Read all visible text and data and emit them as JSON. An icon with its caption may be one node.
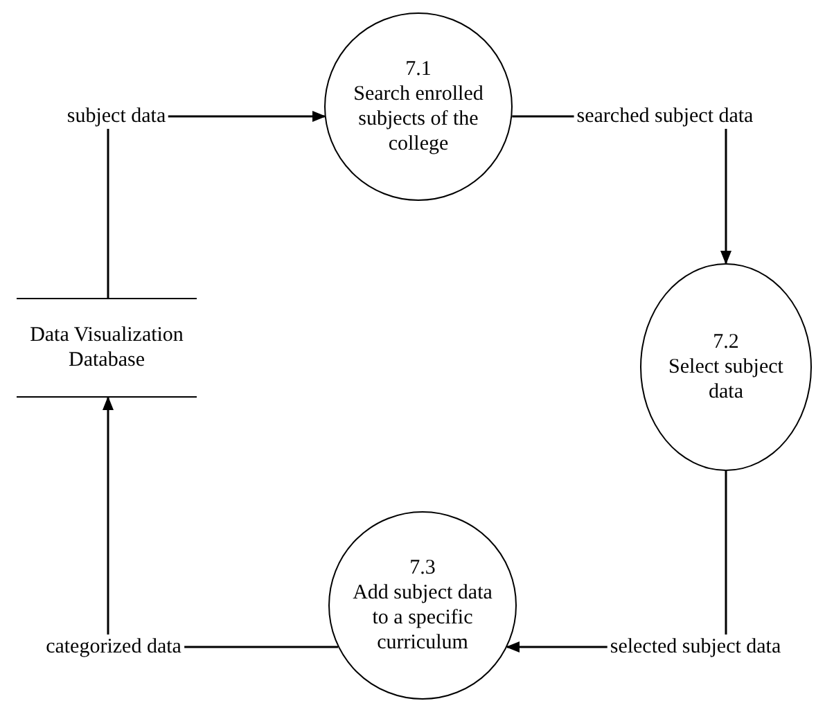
{
  "diagram": {
    "nodes": [
      {
        "text": [
          "Data Visualization Database"
        ]
      },
      {
        "text": [
          "7.1",
          "Search enrolled subjects of the college"
        ]
      },
      {
        "text": [
          "7.2",
          "Select subject data"
        ]
      },
      {
        "text": [
          "7.3",
          "Add subject data to a specific curriculum"
        ]
      }
    ],
    "edges": [
      {
        "from": 0,
        "to": 1,
        "arrow": "to",
        "label": "subject data"
      },
      {
        "from": 1,
        "to": 2,
        "arrow": "to",
        "label": "searched subject data"
      },
      {
        "from": 2,
        "to": 3,
        "arrow": "to",
        "label": "selected subject data"
      },
      {
        "from": 3,
        "to": 0,
        "arrow": "to",
        "label": "categorized data"
      }
    ]
  }
}
